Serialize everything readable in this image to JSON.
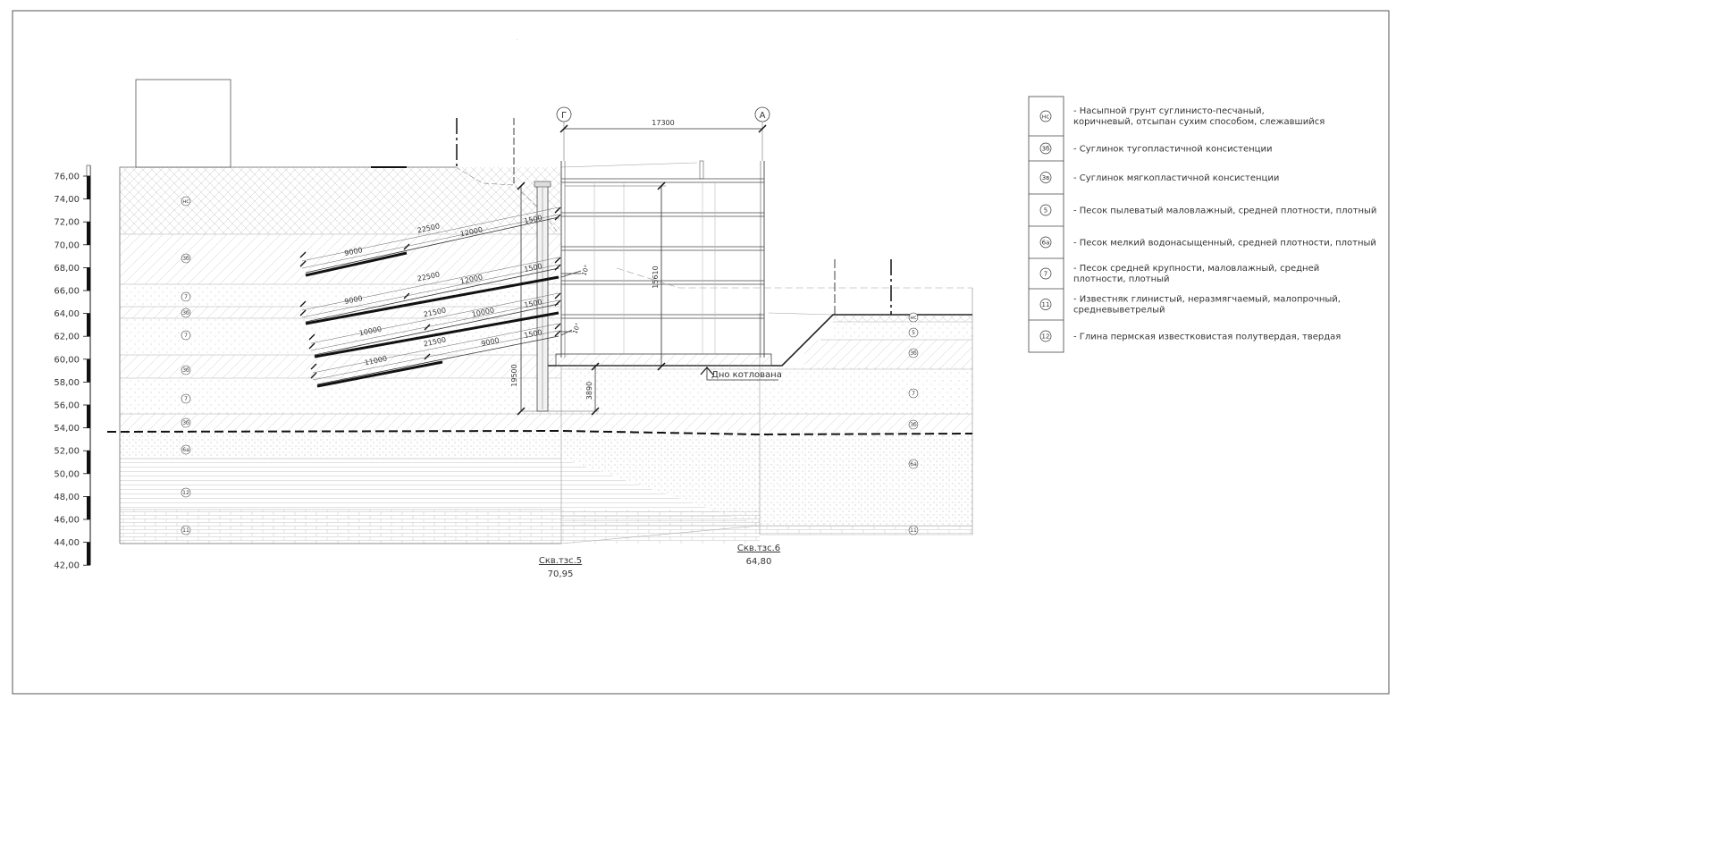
{
  "elevation_scale": {
    "ticks": [
      "76,00",
      "74,00",
      "72,00",
      "70,00",
      "68,00",
      "66,00",
      "64,00",
      "62,00",
      "60,00",
      "58,00",
      "56,00",
      "54,00",
      "52,00",
      "50,00",
      "48,00",
      "46,00",
      "44,00",
      "42,00"
    ]
  },
  "axes": {
    "left": "Г",
    "right": "А",
    "span": "17300"
  },
  "dimensions": {
    "building_height": "15610",
    "wall_height": "19500",
    "embedment": "3890"
  },
  "excavation_label": "Дно котлована",
  "anchors": [
    {
      "total": "22500",
      "free": "12000",
      "bond": "9000",
      "head": "1500"
    },
    {
      "total": "22500",
      "free": "12000",
      "bond": "9000",
      "head": "1500"
    },
    {
      "total": "21500",
      "free": "10000",
      "bond": "10000",
      "head": "1500"
    },
    {
      "total": "21500",
      "free": "9000",
      "bond": "11000",
      "head": "1500"
    }
  ],
  "slope_labels": [
    "10°",
    "10°"
  ],
  "boreholes": [
    {
      "name": "Скв.тзс.5",
      "elevation": "70,95"
    },
    {
      "name": "Скв.тзс.6",
      "elevation": "64,80"
    }
  ],
  "layer_labels_left": [
    "нс",
    "3б",
    "7",
    "3б",
    "7",
    "3б",
    "7",
    "3б",
    "6а",
    "12",
    "11"
  ],
  "layer_labels_right": [
    "нс",
    "5",
    "3б",
    "7",
    "3б",
    "6а",
    "11"
  ],
  "legend": [
    {
      "code": "нс",
      "line1": "- Насыпной грунт суглинисто-песчаный,",
      "line2": "коричневый, отсыпан сухим способом, слежавшийся"
    },
    {
      "code": "3б",
      "line1": "- Суглинок тугопластичной консистенции",
      "line2": ""
    },
    {
      "code": "3в",
      "line1": "- Суглинок мягкопластичной консистенции",
      "line2": ""
    },
    {
      "code": "5",
      "line1": "- Песок пылеватый маловлажный, средней плотности, плотный",
      "line2": ""
    },
    {
      "code": "6а",
      "line1": "- Песок мелкий водонасыщенный, средней плотности, плотный",
      "line2": ""
    },
    {
      "code": "7",
      "line1": "- Песок средней крупности, маловлажный, средней",
      "line2": "плотности, плотный"
    },
    {
      "code": "11",
      "line1": "- Известняк глинистый, неразмягчаемый, малопрочный,",
      "line2": "средневыветрелый"
    },
    {
      "code": "12",
      "line1": "- Глина пермская известковистая полутвердая, твердая",
      "line2": ""
    }
  ],
  "colors": {
    "line": "#333333",
    "hatch": "#b5b5b5",
    "bg": "#ffffff"
  }
}
